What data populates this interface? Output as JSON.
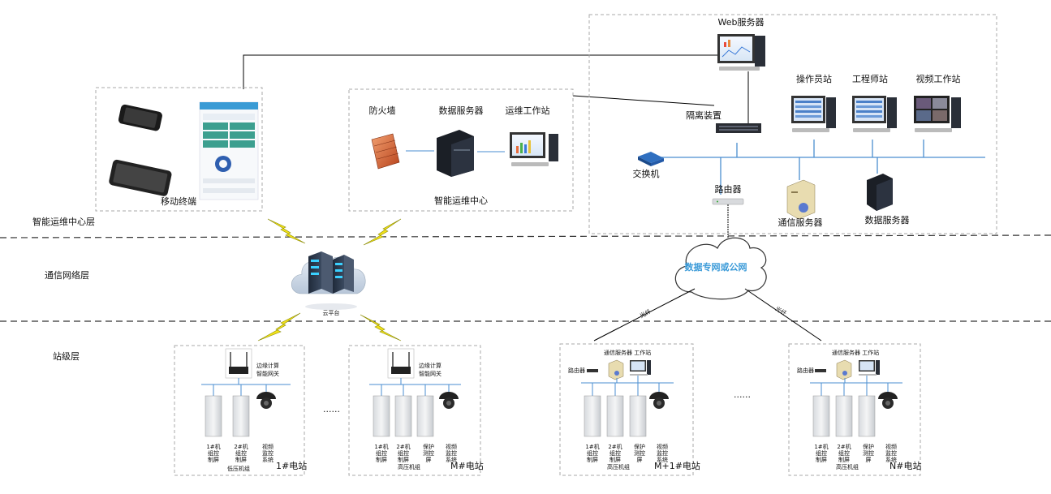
{
  "layers": {
    "center": "智能运维中心层",
    "network": "通信网络层",
    "station": "站级层"
  },
  "mobile": {
    "label": "移动终端"
  },
  "ops_center": {
    "title": "智能运维中心",
    "firewall": "防火墙",
    "data_server": "数据服务器",
    "workstation": "运维工作站"
  },
  "control_room": {
    "web_server": "Web服务器",
    "operator": "操作员站",
    "engineer": "工程师站",
    "video": "视频工作站",
    "isolator": "隔离装置",
    "switch": "交换机",
    "router": "路由器",
    "comm_server": "通信服务器",
    "data_server": "数据服务器"
  },
  "cloud": {
    "label": "云平台"
  },
  "network": {
    "label": "数据专网或公网",
    "fiber_left": "光纤",
    "fiber_right": "光纤"
  },
  "stations": [
    {
      "id": "s1",
      "name": "1#电站",
      "edge": "边缘计算",
      "edge2": "智能网关",
      "cabinets": [
        "1#机",
        "2#机"
      ],
      "cab_sub": [
        "组控",
        "组控"
      ],
      "cab_sub2": [
        "制屏",
        "制屏"
      ],
      "video": "视频",
      "video2": "监控",
      "video3": "系统",
      "group": "低压机组"
    },
    {
      "id": "s2",
      "name": "M#电站",
      "edge": "边缘计算",
      "edge2": "智能网关",
      "cabinets": [
        "1#机",
        "2#机"
      ],
      "cab_sub": [
        "组控",
        "组控"
      ],
      "cab_sub2": [
        "制屏",
        "制屏"
      ],
      "protect": "保护",
      "protect2": "测控",
      "protect3": "屏",
      "video": "视频",
      "video2": "监控",
      "video3": "系统",
      "group": "高压机组"
    },
    {
      "id": "s3",
      "name": "M+1#电站",
      "top": "通信服务器 工作站",
      "router": "路由器",
      "cabinets": [
        "1#机",
        "2#机"
      ],
      "cab_sub": [
        "组控",
        "组控"
      ],
      "cab_sub2": [
        "制屏",
        "制屏"
      ],
      "protect": "保护",
      "protect2": "测控",
      "protect3": "屏",
      "video": "视频",
      "video2": "监控",
      "video3": "系统",
      "group": "高压机组"
    },
    {
      "id": "s4",
      "name": "N#电站",
      "top": "通信服务器 工作站",
      "router": "路由器",
      "cabinets": [
        "1#机",
        "2#机"
      ],
      "cab_sub": [
        "组控",
        "组控"
      ],
      "cab_sub2": [
        "制屏",
        "制屏"
      ],
      "protect": "保护",
      "protect2": "测控",
      "protect3": "屏",
      "video": "视频",
      "video2": "监控",
      "video3": "系统",
      "group": "高压机组"
    }
  ],
  "ellipsis": "......"
}
